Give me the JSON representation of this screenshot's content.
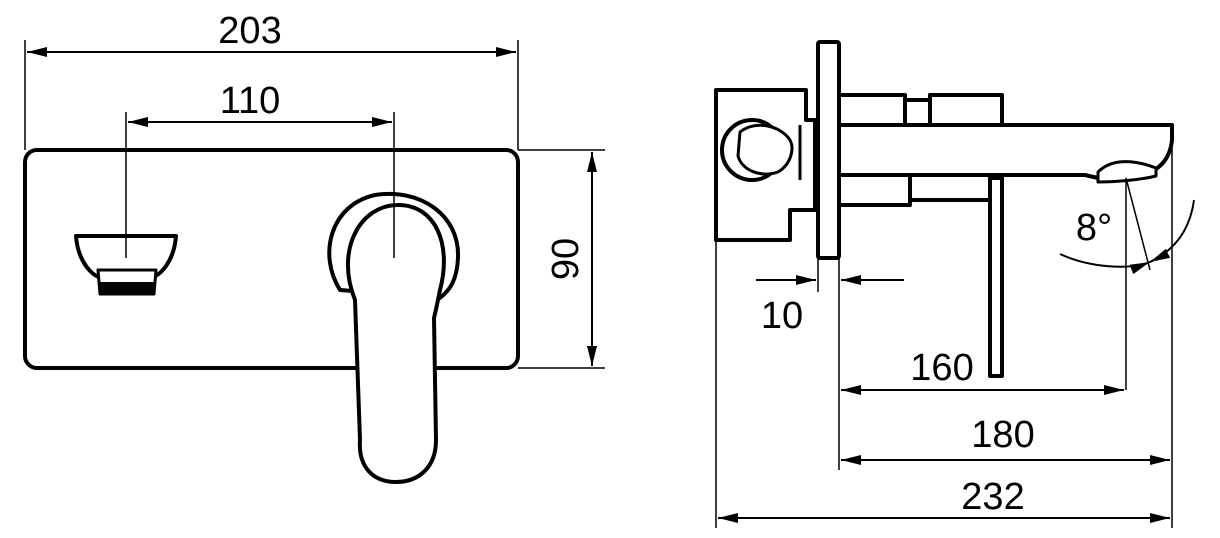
{
  "drawing": {
    "front_view": {
      "dim_width": "203",
      "dim_spout_to_handle": "110",
      "dim_height": "90"
    },
    "side_view": {
      "dim_plate_thickness": "10",
      "dim_handle_reach": "160",
      "dim_spout_reach": "180",
      "dim_total_depth": "232",
      "dim_angle": "8°"
    }
  }
}
